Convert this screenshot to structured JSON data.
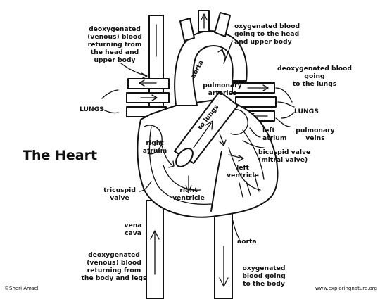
{
  "title": "The Heart",
  "labels": {
    "deoxy_head": [
      "deoxygenated",
      "(venous) blood",
      "returning from",
      "the head and",
      "upper body"
    ],
    "oxy_head": [
      "oxygenated blood",
      "going to the head",
      "and upper body"
    ],
    "deoxy_lungs": [
      "deoxygenated blood",
      "going",
      "to the lungs"
    ],
    "lungs_left": "LUNGS",
    "lungs_right": "LUNGS",
    "aorta_top": "aorta",
    "pulmonary_arteries": [
      "pulmonary",
      "arteries"
    ],
    "to_lungs": "to lungs",
    "pulmonary_veins": [
      "pulmonary",
      "veins"
    ],
    "left_atrium": [
      "left",
      "atrium"
    ],
    "right_atrium": [
      "right",
      "atrium"
    ],
    "bicuspid": [
      "bicuspid valve",
      "(mitral valve)"
    ],
    "left_ventricle": [
      "left",
      "ventricle"
    ],
    "tricuspid": [
      "tricuspid",
      "valve"
    ],
    "right_ventricle": [
      "right",
      "ventricle"
    ],
    "vena_cava": [
      "vena",
      "cava"
    ],
    "aorta_bottom": "aorta",
    "deoxy_body": [
      "deoxygenated",
      "(venous) blood",
      "returning from",
      "the body and legs"
    ],
    "oxy_body": [
      "oxygenated",
      "blood going",
      "to the body"
    ]
  },
  "credits": {
    "author": "©Sheri Amsel",
    "site": "www.exploringnature.org"
  }
}
